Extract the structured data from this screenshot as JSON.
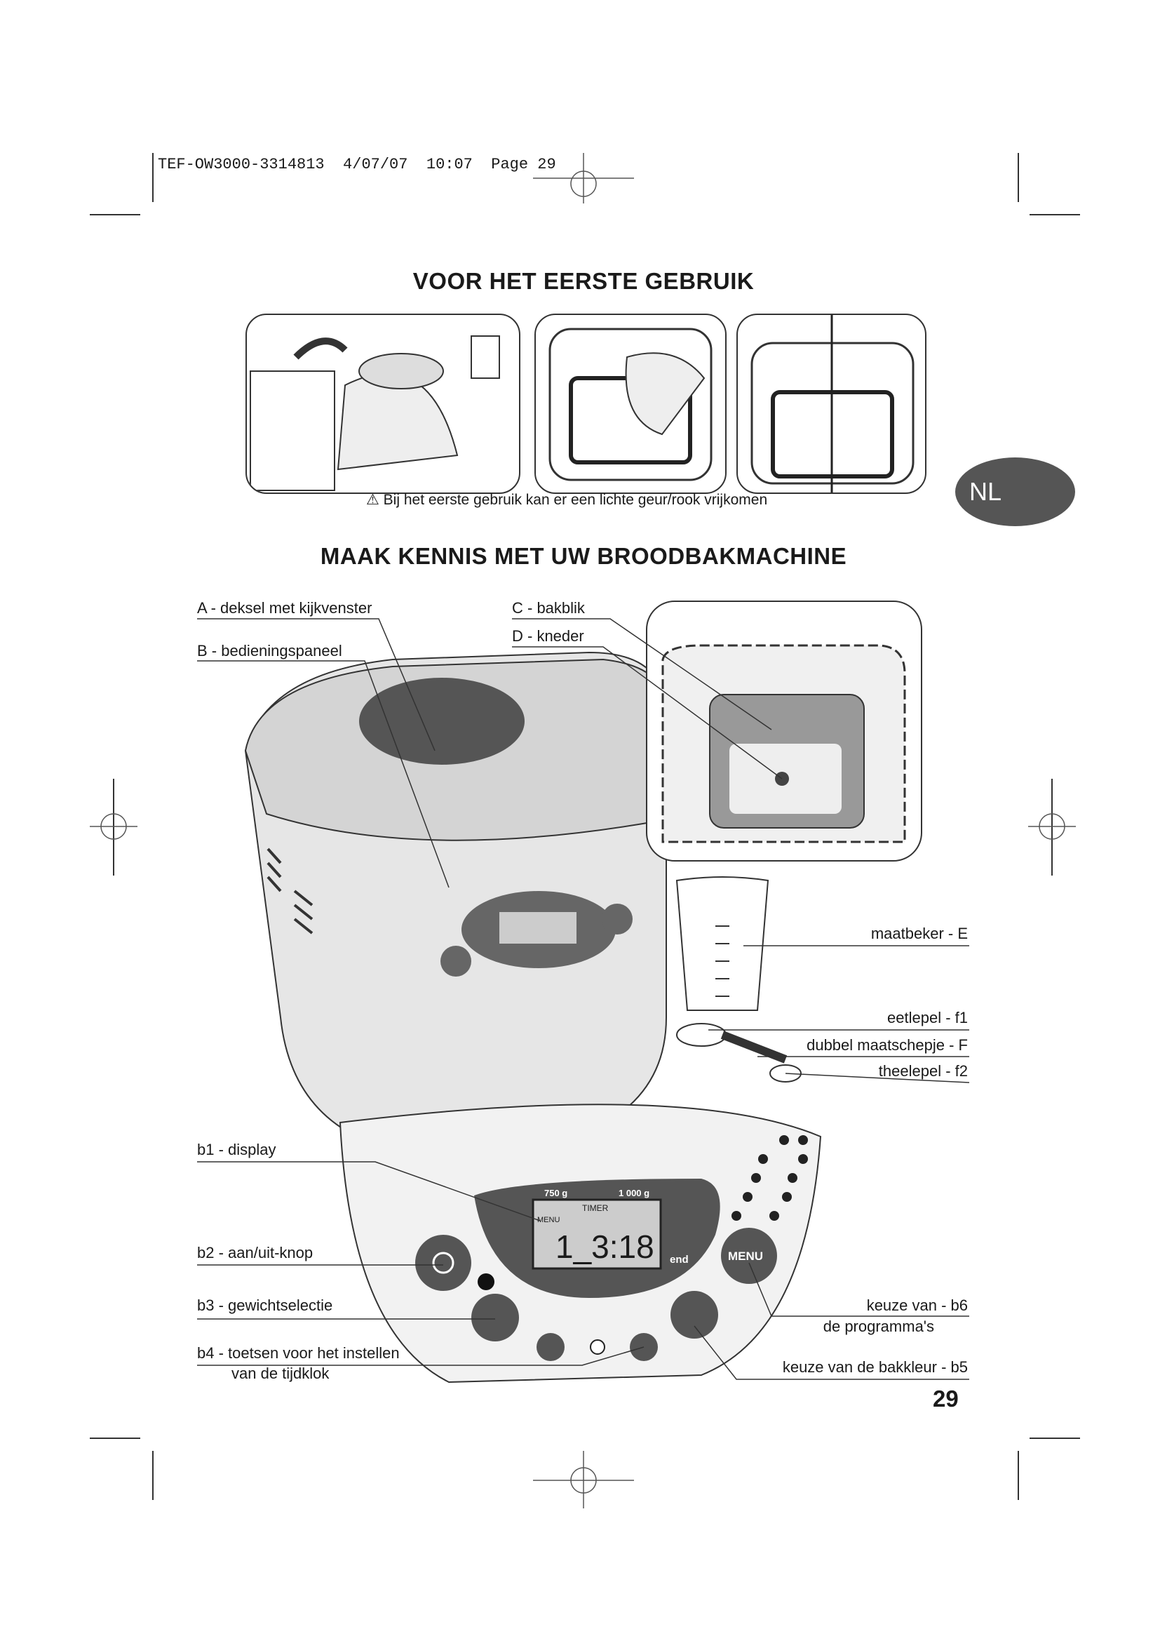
{
  "print_header": "TEF-OW3000-3314813  4/07/07  10:07  Page 29",
  "section1_title": "VOOR HET EERSTE GEBRUIK",
  "warning_text": "Bij het eerste gebruik kan er een lichte geur/rook vrijkomen",
  "language_badge": "NL",
  "section2_title": "MAAK KENNIS MET UW BROODBAKMACHINE",
  "labels": {
    "a": "A - deksel met kijkvenster",
    "b": "B - bedieningspaneel",
    "c": "C - bakblik",
    "d": "D - kneder",
    "e": "maatbeker - E",
    "f1": "eetlepel - f1",
    "f": "dubbel maatschepje - F",
    "f2": "theelepel - f2",
    "b1": "b1 - display",
    "b2": "b2 - aan/uit-knop",
    "b3": "b3 - gewichtselectie",
    "b4_line1": "b4 - toetsen voor het instellen",
    "b4_line2": "van de tijdklok",
    "b6_line1": "keuze van - b6",
    "b6_line2": "de programma's",
    "b5": "keuze van de bakkleur - b5"
  },
  "display": {
    "weight1": "750 g",
    "weight2": "1 000 g",
    "timer": "TIMER",
    "menu": "MENU",
    "time": "1_3:18",
    "end": "end",
    "menu_button": "MENU"
  },
  "page_number": "29"
}
